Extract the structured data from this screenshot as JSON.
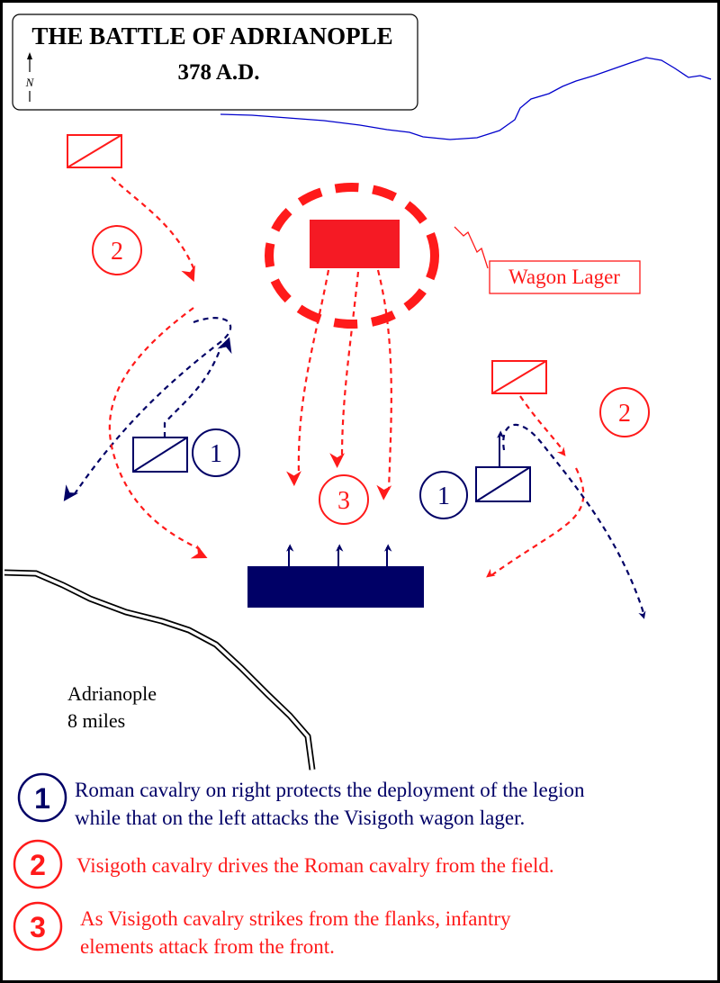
{
  "title": {
    "line1": "THE BATTLE OF ADRIANOPLE",
    "line2": "378 A.D.",
    "north": "N"
  },
  "map": {
    "wagon_lager_label": "Wagon Lager",
    "city_label": "Adrianople",
    "distance_label": "8 miles",
    "markers": {
      "one": "1",
      "two": "2",
      "three": "3"
    }
  },
  "legend": [
    {
      "number": "1",
      "line1": "Roman cavalry on right protects the deployment of the legion",
      "line2": "while that on the left attacks the Visigoth wagon lager."
    },
    {
      "number": "2",
      "line1": "Visigoth cavalry drives the Roman cavalry from the field."
    },
    {
      "number": "3",
      "line1": "As Visigoth cavalry strikes from the flanks, infantry",
      "line2": "elements attack from the front."
    }
  ],
  "colors": {
    "roman": "#000066",
    "visigoth": "#ff0000",
    "river": "#0000cc"
  }
}
